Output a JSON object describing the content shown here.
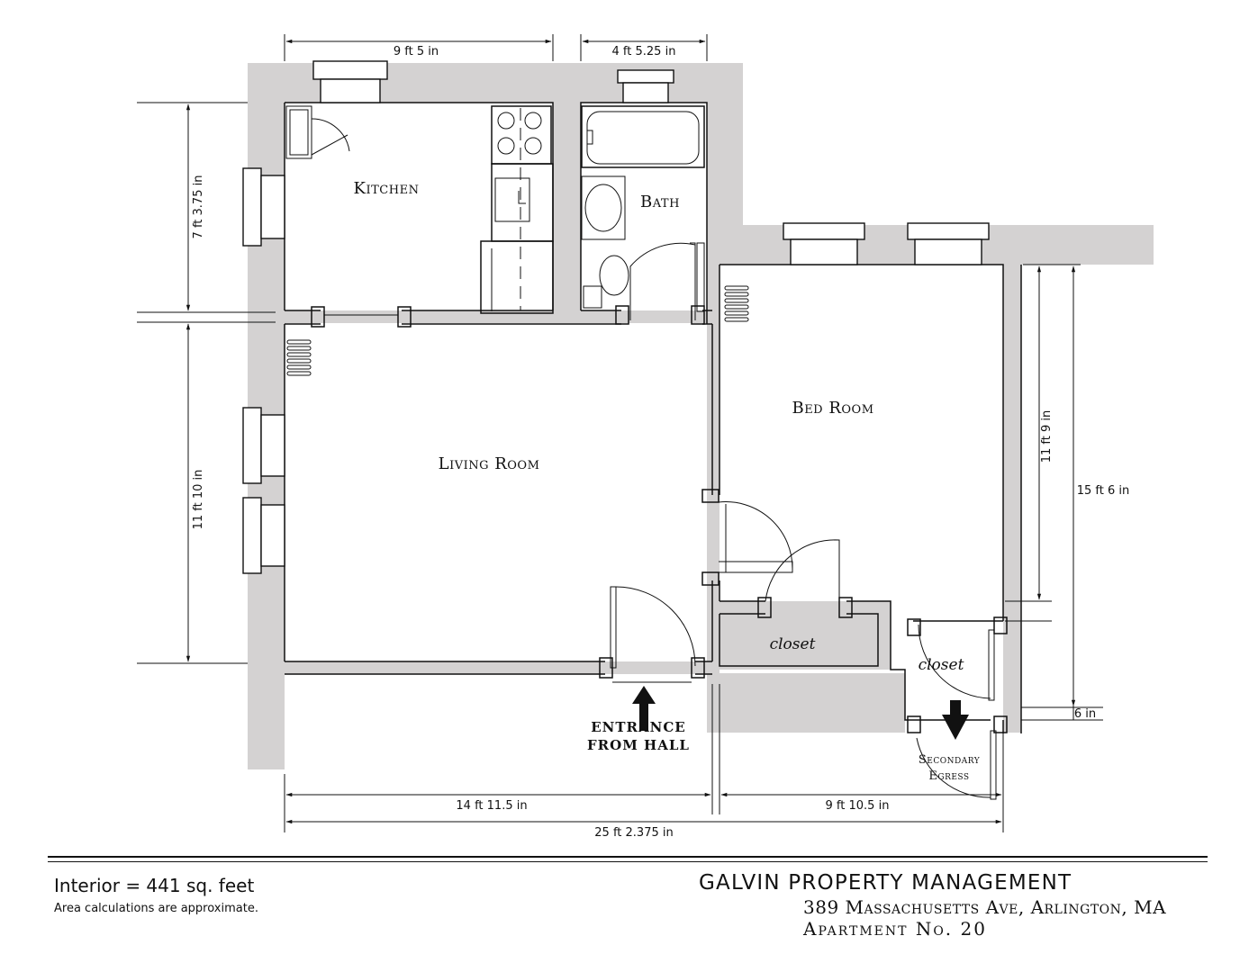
{
  "dimensions": {
    "kitchen_width": "9 ft 5 in",
    "bath_width": "4 ft 5.25 in",
    "kitchen_depth": "7 ft 3.75 in",
    "living_depth": "11 ft 10 in",
    "bedroom_depth": "11 ft 9 in",
    "bedroom_total_depth": "15 ft 6 in",
    "step": "6 in",
    "living_width": "14 ft 11.5 in",
    "bedroom_width": "9 ft 10.5 in",
    "total_width": "25 ft 2.375 in"
  },
  "rooms": {
    "kitchen": "Kitchen",
    "bath": "Bath",
    "living": "Living Room",
    "bedroom": "Bed Room",
    "closet1": "closet",
    "closet2": "closet"
  },
  "labels": {
    "entrance_line1": "ENTRANCE",
    "entrance_line2": "FROM HALL",
    "egress_line1": "Secondary",
    "egress_line2": "Egress"
  },
  "footer": {
    "interior": "Interior = 441 sq. feet",
    "approx": "Area calculations are approximate.",
    "company": "GALVIN PROPERTY MANAGEMENT",
    "address": "389 Massachusetts Ave, Arlington, MA",
    "apartment": "Apartment No. 20"
  }
}
